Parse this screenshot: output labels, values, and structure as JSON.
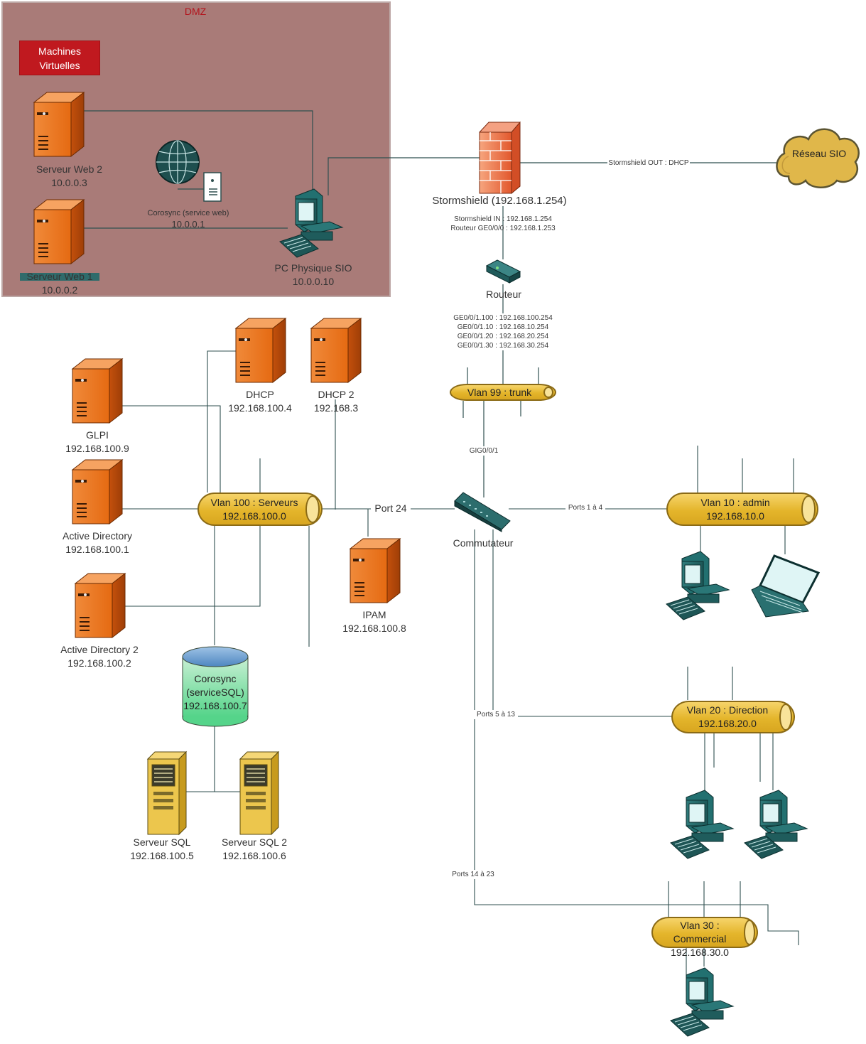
{
  "dmz": {
    "title": "DMZ",
    "vm_box": [
      "Machines",
      "Virtuelles"
    ],
    "web2": {
      "name": "Serveur Web 2",
      "ip": "10.0.0.3"
    },
    "web1": {
      "name": "Serveur Web 1",
      "ip": "10.0.0.2"
    },
    "corosync_web": {
      "name": "Corosync (service web)",
      "ip": "10.0.0.1"
    },
    "pc_sio": {
      "name": "PC Physique SIO",
      "ip": "10.0.0.10"
    }
  },
  "firewall": {
    "name": "Stormshield (192.168.1.254)",
    "in": "Stormshield IN : 192.168.1.254",
    "router_ge": "Routeur GE0/0/0 : 192.168.1.253",
    "out": "Stormshield OUT : DHCP"
  },
  "cloud": {
    "name": "Réseau SIO"
  },
  "router": {
    "name": "Routeur",
    "subifs": [
      "GE0/0/1.100 : 192.168.100.254",
      "GE0/0/1.10 : 192.168.10.254",
      "GE0/0/1.20 : 192.168.20.254",
      "GE0/0/1.30 : 192.168.30.254"
    ]
  },
  "vlan99": {
    "label": "Vlan 99 : trunk"
  },
  "switch": {
    "name": "Commutateur",
    "uplink": "GIG0/0/1",
    "port24": "Port 24",
    "ports_1_4": "Ports 1 à 4",
    "ports_5_13": "Ports 5 à 13",
    "ports_14_23": "Ports 14 à 23"
  },
  "vlan100": {
    "name": "Vlan 100 : Serveurs",
    "net": "192.168.100.0"
  },
  "vlan10": {
    "name": "Vlan 10 : admin",
    "net": "192.168.10.0"
  },
  "vlan20": {
    "name": "Vlan 20 : Direction",
    "net": "192.168.20.0"
  },
  "vlan30": {
    "name": "Vlan 30 : Commercial",
    "net": "192.168.30.0"
  },
  "servers": {
    "dhcp": {
      "name": "DHCP",
      "ip": "192.168.100.4"
    },
    "dhcp2": {
      "name": "DHCP 2",
      "ip": "192.168.3"
    },
    "glpi": {
      "name": "GLPI",
      "ip": "192.168.100.9"
    },
    "ad": {
      "name": "Active Directory",
      "ip": "192.168.100.1"
    },
    "ad2": {
      "name": "Active Directory 2",
      "ip": "192.168.100.2"
    },
    "ipam": {
      "name": "IPAM",
      "ip": "192.168.100.8"
    },
    "corosync_sql": {
      "l1": "Corosync",
      "l2": "(serviceSQL)",
      "ip": "192.168.100.7"
    },
    "sql1": {
      "name": "Serveur SQL",
      "ip": "192.168.100.5"
    },
    "sql2": {
      "name": "Serveur SQL 2",
      "ip": "192.168.100.6"
    }
  }
}
